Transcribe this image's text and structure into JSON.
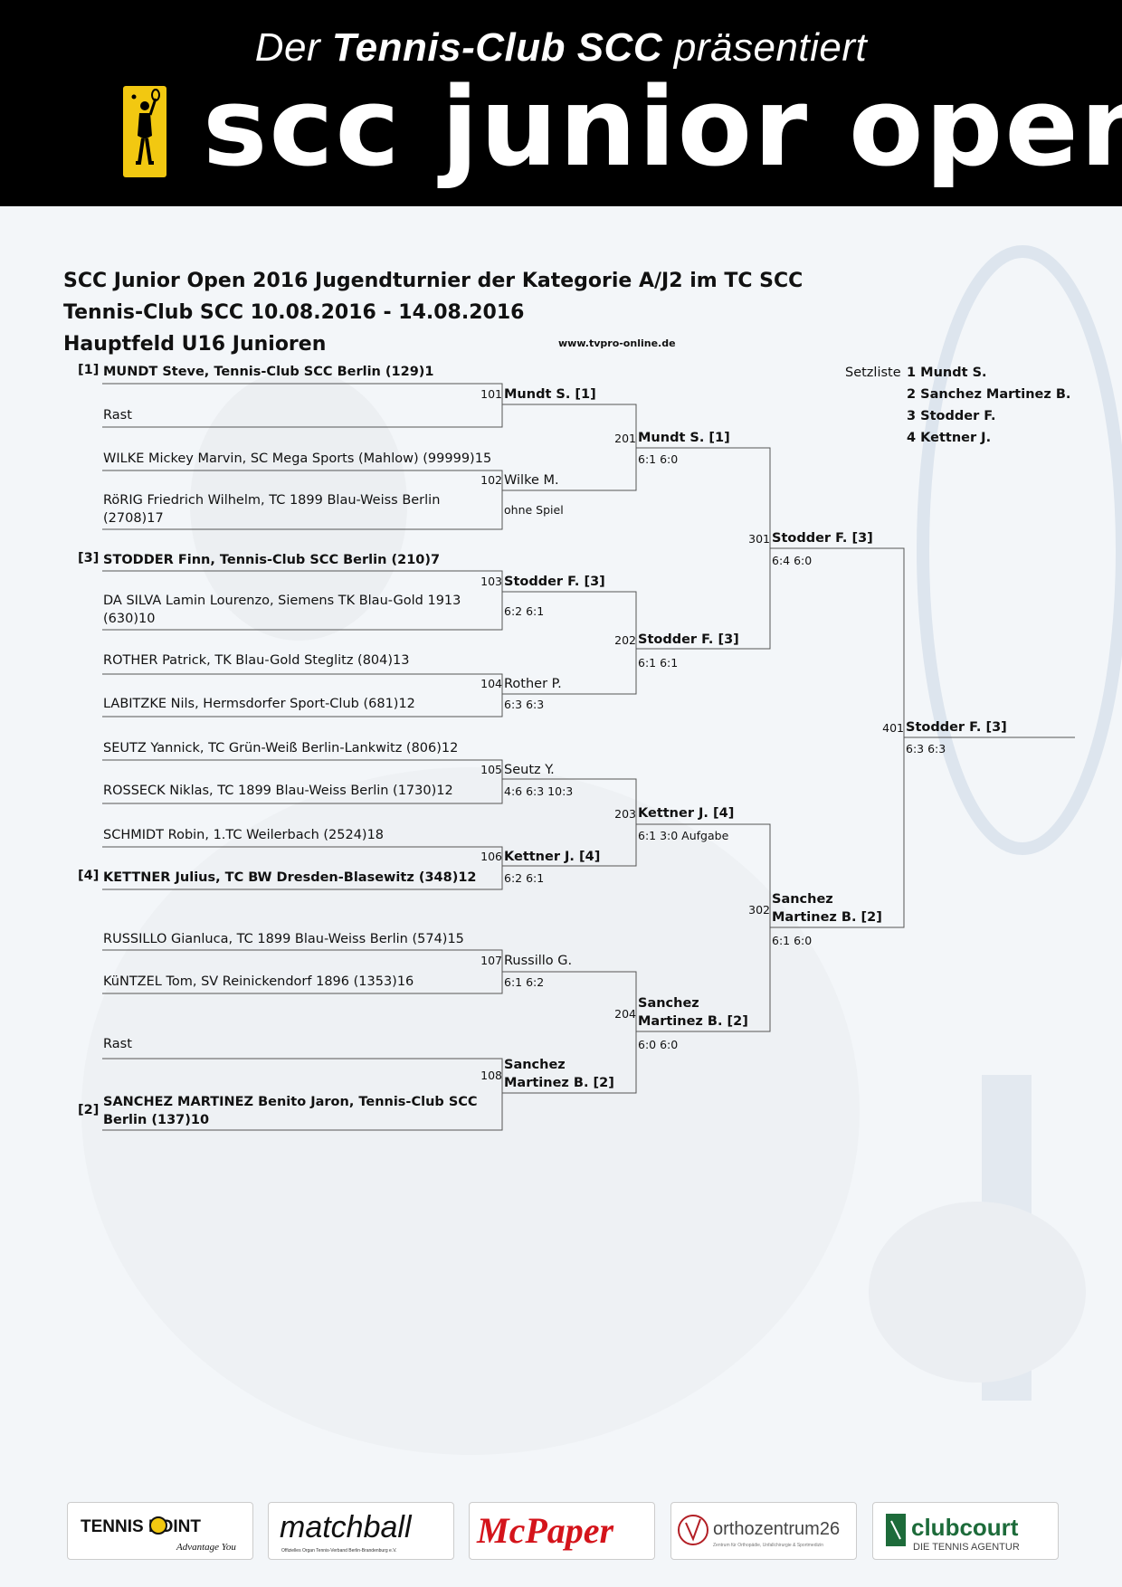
{
  "header": {
    "tagline_pre": "Der",
    "tagline_bold": "Tennis-Club SCC",
    "tagline_post": "präsentiert",
    "brand": "scc junior open",
    "logo_color": "#f2c811"
  },
  "titles": {
    "line1": "SCC Junior Open 2016 Jugendturnier der Kategorie A/J2 im TC SCC",
    "line2": "Tennis-Club SCC 10.08.2016 - 14.08.2016",
    "line3": "Hauptfeld U16 Junioren",
    "url": "www.tvpro-online.de"
  },
  "seeds": {
    "label": "Setzliste",
    "entries": [
      "1 Mundt S.",
      "2 Sanchez Martinez B.",
      "3 Stodder F.",
      "4 Kettner J."
    ]
  },
  "players": [
    {
      "seed": "[1]",
      "name": "MUNDT Steve, Tennis-Club SCC Berlin (129)1"
    },
    {
      "seed": "",
      "name": "Rast"
    },
    {
      "seed": "",
      "name": "WILKE Mickey Marvin, SC Mega Sports (Mahlow) (99999)15"
    },
    {
      "seed": "",
      "name": "RöRIG Friedrich Wilhelm, TC 1899 Blau-Weiss Berlin\n(2708)17"
    },
    {
      "seed": "[3]",
      "name": "STODDER Finn, Tennis-Club SCC Berlin (210)7"
    },
    {
      "seed": "",
      "name": "DA SILVA Lamin Lourenzo, Siemens TK Blau-Gold 1913\n(630)10"
    },
    {
      "seed": "",
      "name": "ROTHER Patrick, TK Blau-Gold Steglitz (804)13"
    },
    {
      "seed": "",
      "name": "LABITZKE Nils, Hermsdorfer Sport-Club (681)12"
    },
    {
      "seed": "",
      "name": "SEUTZ Yannick, TC Grün-Weiß Berlin-Lankwitz (806)12"
    },
    {
      "seed": "",
      "name": "ROSSECK Niklas, TC 1899 Blau-Weiss Berlin (1730)12"
    },
    {
      "seed": "",
      "name": "SCHMIDT Robin, 1.TC Weilerbach (2524)18"
    },
    {
      "seed": "[4]",
      "name": "KETTNER Julius, TC BW Dresden-Blasewitz (348)12"
    },
    {
      "seed": "",
      "name": "RUSSILLO Gianluca, TC 1899 Blau-Weiss Berlin (574)15"
    },
    {
      "seed": "",
      "name": "KüNTZEL Tom, SV Reinickendorf 1896 (1353)16"
    },
    {
      "seed": "",
      "name": "Rast"
    },
    {
      "seed": "[2]",
      "name": "SANCHEZ MARTINEZ Benito Jaron, Tennis-Club SCC\nBerlin (137)10"
    }
  ],
  "round1": [
    {
      "num": "101",
      "winner": "Mundt S. [1]",
      "score": ""
    },
    {
      "num": "102",
      "winner": "Wilke M.",
      "score": "ohne Spiel"
    },
    {
      "num": "103",
      "winner": "Stodder F. [3]",
      "score": "6:2 6:1"
    },
    {
      "num": "104",
      "winner": "Rother P.",
      "score": "6:3 6:3"
    },
    {
      "num": "105",
      "winner": "Seutz Y.",
      "score": "4:6 6:3 10:3"
    },
    {
      "num": "106",
      "winner": "Kettner J. [4]",
      "score": "6:2 6:1"
    },
    {
      "num": "107",
      "winner": "Russillo G.",
      "score": "6:1 6:2"
    },
    {
      "num": "108",
      "winner": "Sanchez\nMartinez B. [2]",
      "score": ""
    }
  ],
  "round2": [
    {
      "num": "201",
      "winner": "Mundt S. [1]",
      "score": "6:1 6:0"
    },
    {
      "num": "202",
      "winner": "Stodder F. [3]",
      "score": "6:1 6:1"
    },
    {
      "num": "203",
      "winner": "Kettner J. [4]",
      "score": "6:1 3:0 Aufgabe"
    },
    {
      "num": "204",
      "winner": "Sanchez\nMartinez B. [2]",
      "score": "6:0 6:0"
    }
  ],
  "round3": [
    {
      "num": "301",
      "winner": "Stodder F. [3]",
      "score": "6:4 6:0"
    },
    {
      "num": "302",
      "winner": "Sanchez\nMartinez B. [2]",
      "score": "6:1 6:0"
    }
  ],
  "final": {
    "num": "401",
    "winner": "Stodder F. [3]",
    "score": "6:3 6:3"
  },
  "sponsors": {
    "tennispoint": "TENNIS POINT",
    "tennispoint_sub": "Advantage You",
    "matchball": "matchball",
    "matchball_sub": "Offizielles Organ Tennis-Verband Berlin-Brandenburg e.V.",
    "mcpaper": "McPaper",
    "ortho": "orthozentrum26",
    "ortho_sub": "Zentrum für Orthopädie, Unfallchirurgie & Sportmedizin",
    "clubcourt": "clubcourt",
    "clubcourt_sub": "DIE TENNIS AGENTUR"
  }
}
